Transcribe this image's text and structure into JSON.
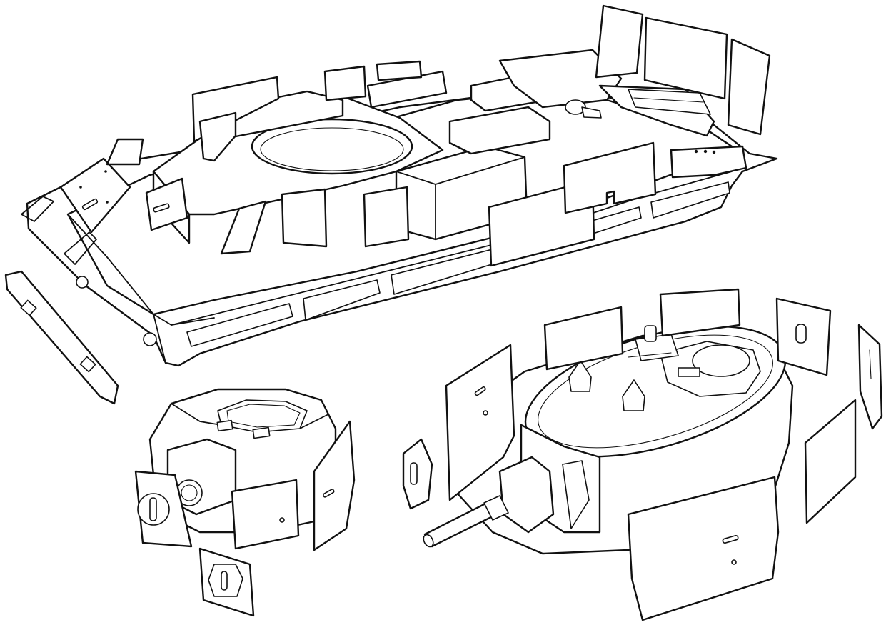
{
  "figure": {
    "background": "#ffffff",
    "line_color": "#111111",
    "parts": [
      {
        "id": "hull",
        "name": "hull-assembly",
        "armor_plates_shown": true
      },
      {
        "id": "small-turret",
        "name": "small-turret-assembly",
        "armor_plates_shown": true
      },
      {
        "id": "large-turret",
        "name": "large-turret-assembly",
        "armor_plates_shown": true
      }
    ]
  }
}
